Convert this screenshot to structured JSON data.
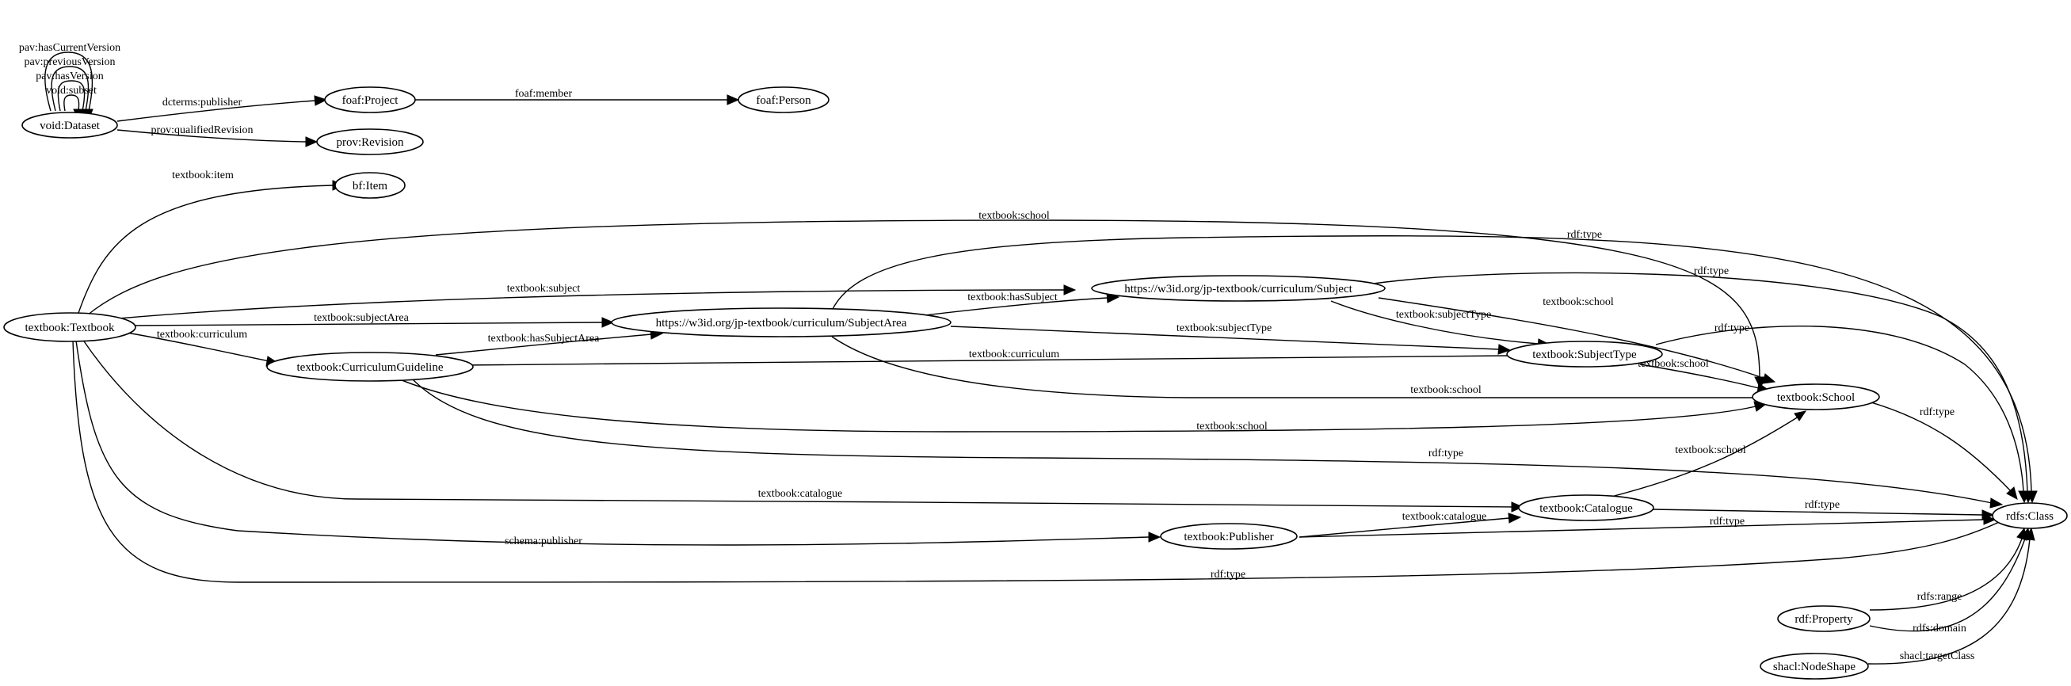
{
  "nodes": {
    "dataset": "void:Dataset",
    "project": "foaf:Project",
    "person": "foaf:Person",
    "revision": "prov:Revision",
    "item": "bf:Item",
    "textbook": "textbook:Textbook",
    "subject": "https://w3id.org/jp-textbook/curriculum/Subject",
    "subject_area": "https://w3id.org/jp-textbook/curriculum/SubjectArea",
    "curriculum_guideline": "textbook:CurriculumGuideline",
    "subject_type": "textbook:SubjectType",
    "school": "textbook:School",
    "catalogue": "textbook:Catalogue",
    "publisher": "textbook:Publisher",
    "rdfs_class": "rdfs:Class",
    "rdf_property": "rdf:Property",
    "node_shape": "shacl:NodeShape"
  },
  "edges": {
    "has_current_version": "pav:hasCurrentVersion",
    "previous_version": "pav:previousVersion",
    "has_version": "pav:hasVersion",
    "subset": "void:subset",
    "publisher": "dcterms:publisher",
    "qualified_revision": "prov:qualifiedRevision",
    "member": "foaf:member",
    "item": "textbook:item",
    "textbook_school": "textbook:school",
    "textbook_subject": "textbook:subject",
    "textbook_subject_area": "textbook:subjectArea",
    "textbook_curriculum": "textbook:curriculum",
    "textbook_catalogue": "textbook:catalogue",
    "textbook_publisher": "schema:publisher",
    "textbook_type": "rdf:type",
    "subjectarea_type": "rdf:type",
    "subjectarea_has_subject": "textbook:hasSubject",
    "subjectarea_subject_type": "textbook:subjectType",
    "subjectarea_school": "textbook:school",
    "subject_type_rel": "rdf:type",
    "subject_school": "textbook:school",
    "subject_subject_type": "textbook:subjectType",
    "subjecttype_type": "rdf:type",
    "subjecttype_curriculum": "textbook:curriculum",
    "subjecttype_school": "textbook:school",
    "cg_has_subject_area": "textbook:hasSubjectArea",
    "cg_school": "textbook:school",
    "cg_type": "rdf:type",
    "school_type": "rdf:type",
    "catalogue_school": "textbook:school",
    "catalogue_type": "rdf:type",
    "publisher_catalogue": "textbook:catalogue",
    "publisher_type": "rdf:type",
    "range": "rdfs:range",
    "domain": "rdfs:domain",
    "target_class": "shacl:targetClass"
  }
}
